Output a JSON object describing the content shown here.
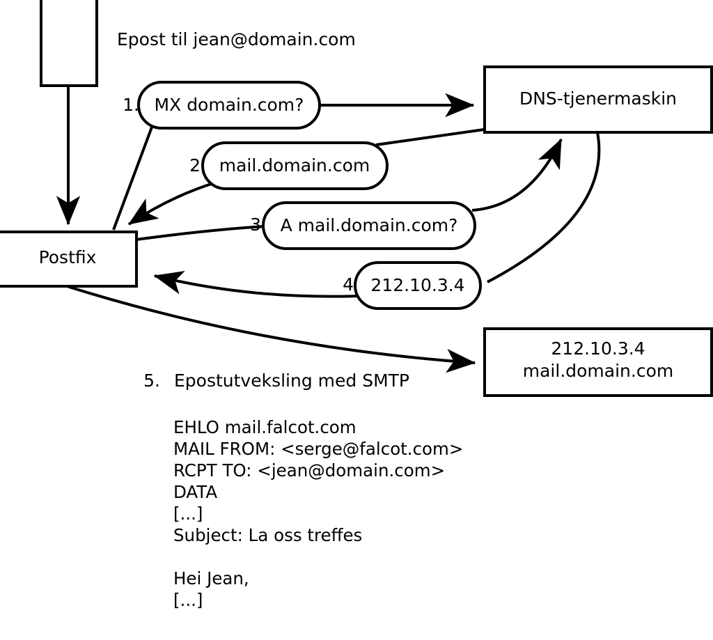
{
  "diagram": {
    "title_note": "Epost til jean@domain.com",
    "nodes": [
      {
        "id": "client",
        "label": ""
      },
      {
        "id": "postfix",
        "label": "Postfix"
      },
      {
        "id": "dns",
        "label": "DNS-tjenermaskin"
      },
      {
        "id": "mailserver",
        "label_line1": "212.10.3.4",
        "label_line2": "mail.domain.com"
      }
    ],
    "steps": [
      {
        "num": "1.",
        "label": "MX domain.com?"
      },
      {
        "num": "2.",
        "label": "mail.domain.com"
      },
      {
        "num": "3.",
        "label": "A mail.domain.com?"
      },
      {
        "num": "4.",
        "label": "212.10.3.4"
      }
    ],
    "step5": {
      "num": "5.",
      "label": "Epostutveksling med SMTP"
    },
    "colors": {
      "stroke": "#000000",
      "fill": "#ffffff",
      "text": "#000000"
    }
  },
  "transcript": {
    "lines": [
      "EHLO mail.falcot.com",
      "MAIL FROM: <serge@falcot.com>",
      "RCPT TO: <jean@domain.com>",
      "DATA",
      "[...]",
      "Subject: La oss treffes",
      "",
      "Hei Jean,",
      "[...]",
      "",
      "."
    ]
  }
}
